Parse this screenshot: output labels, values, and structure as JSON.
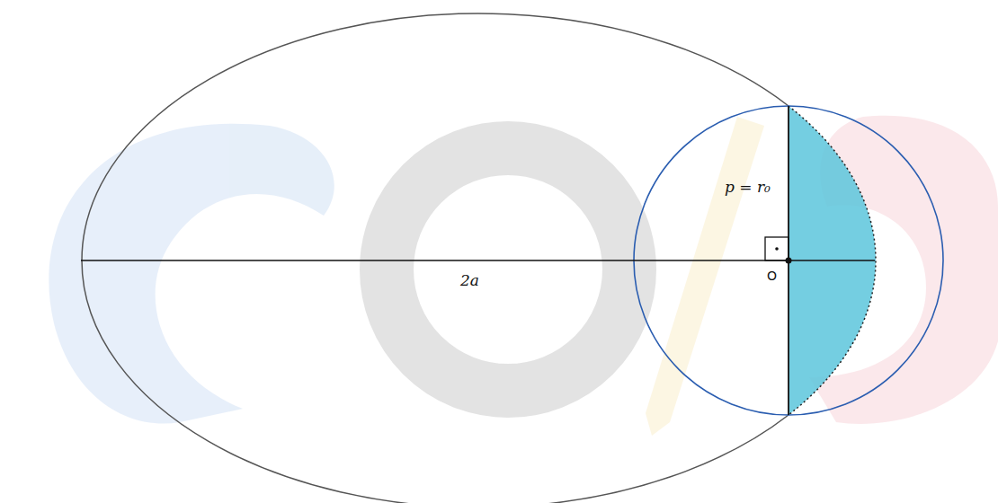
{
  "diagram": {
    "labels": [
      "p = r₀",
      "2a",
      "O"
    ]
  }
}
